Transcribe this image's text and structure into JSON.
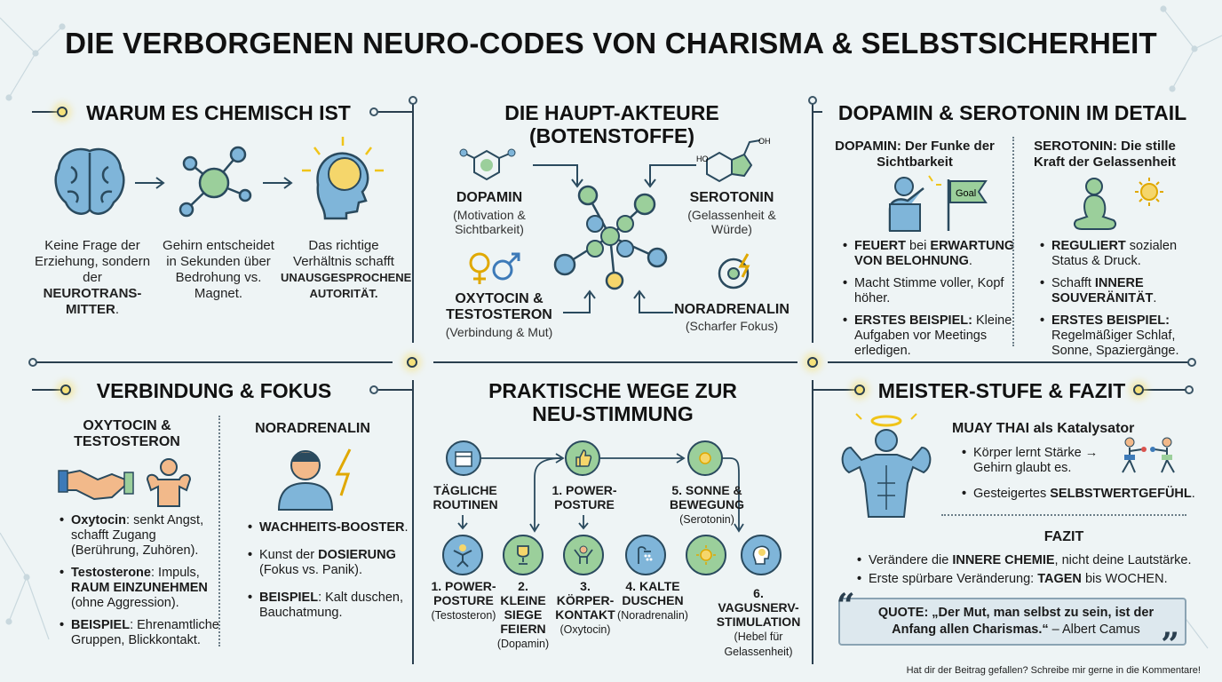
{
  "title": "DIE VERBORGENEN NEURO-CODES VON CHARISMA & SELBSTSICHERHEIT",
  "sec1": {
    "title": "WARUM ES CHEMISCH IST",
    "col1": {
      "pre": "Keine Frage der Erziehung, sondern der ",
      "bold": "NEUROTRANS-MITTER",
      "post": "."
    },
    "col2": "Gehirn entscheidet in Sekunden über Bedrohung vs. Magnet.",
    "col3": {
      "pre": "Das richtige Verhältnis schafft ",
      "bold": "UNAUSGESPROCHENE AUTORITÄT."
    }
  },
  "sec2": {
    "title": "DIE HAUPT-AKTEURE (BOTENSTOFFE)",
    "dopamin": {
      "name": "DOPAMIN",
      "desc": "(Motivation & Sichtbarkeit)"
    },
    "serotonin": {
      "name": "SEROTONIN",
      "desc": "(Gelassenheit & Würde)"
    },
    "oxytocin": {
      "name": "OXYTOCIN & TESTOSTERON",
      "desc": "(Verbindung & Mut)"
    },
    "noradrenalin": {
      "name": "NORADRENALIN",
      "desc": "(Scharfer Fokus)"
    },
    "oh_label": "OH",
    "ho_label": "HO"
  },
  "sec3": {
    "title": "DOPAMIN & SEROTONIN IM DETAIL",
    "dopamin_head": "DOPAMIN: Der Funke der Sichtbarkeit",
    "goal_label": "Goal",
    "dopamin_items": [
      {
        "b1": "FEUERT",
        "t1": " bei ",
        "b2": "ERWARTUNG VON BELOHNUNG",
        "t2": "."
      },
      {
        "b1": "",
        "t1": "Macht Stimme voller, Kopf höher.",
        "b2": "",
        "t2": ""
      },
      {
        "b1": "ERSTES BEISPIEL:",
        "t1": " Kleine Aufgaben vor Meetings erledigen.",
        "b2": "",
        "t2": ""
      }
    ],
    "serotonin_head": "SEROTONIN: Die stille Kraft der Gelassenheit",
    "serotonin_items": [
      {
        "b1": "REGULIERT",
        "t1": " sozialen Status & Druck.",
        "b2": "",
        "t2": ""
      },
      {
        "b1": "",
        "t1": "Schafft ",
        "b2": "INNERE SOUVERÄNITÄT",
        "t2": "."
      },
      {
        "b1": "ERSTES BEISPIEL:",
        "t1": " Regelmäßiger Schlaf, Sonne, Spaziergänge.",
        "b2": "",
        "t2": ""
      }
    ]
  },
  "sec4": {
    "title": "VERBINDUNG & FOKUS",
    "left_head": "OXYTOCIN & TESTOSTERON",
    "left_items": [
      {
        "b1": "Oxytocin",
        "t1": ": senkt Angst, schafft Zugang (Berührung, Zuhören).",
        "b2": "",
        "t2": ""
      },
      {
        "b1": "Testosterone",
        "t1": ": Impuls, ",
        "b2": "RAUM EINZUNEHMEN",
        "t2": " (ohne Aggression)."
      },
      {
        "b1": "BEISPIEL",
        "t1": ": Ehrenamtliche Gruppen, Blickkontakt.",
        "b2": "",
        "t2": ""
      }
    ],
    "right_head": "NORADRENALIN",
    "right_items": [
      {
        "b1": "WACHHEITS-BOOSTER",
        "t1": ".",
        "b2": "",
        "t2": ""
      },
      {
        "b1": "",
        "t1": "Kunst der ",
        "b2": "DOSIERUNG",
        "t2": " (Fokus vs. Panik)."
      },
      {
        "b1": "BEISPIEL",
        "t1": ": Kalt duschen, Bauchatmung.",
        "b2": "",
        "t2": ""
      }
    ]
  },
  "sec5": {
    "title": "PRAKTISCHE WEGE ZUR NEU-STIMMUNG",
    "top": [
      {
        "label": "TÄGLICHE ROUTINEN",
        "sub": ""
      },
      {
        "label": "1. POWER-POSTURE",
        "sub": ""
      },
      {
        "label": "5. SONNE & BEWEGUNG",
        "sub": "(Serotonin)"
      }
    ],
    "bottom": [
      {
        "label": "1. POWER-POSTURE",
        "sub": "(Testosteron)"
      },
      {
        "label": "2. KLEINE SIEGE FEIERN",
        "sub": "(Dopamin)"
      },
      {
        "label": "3. KÖRPER-KONTAKT",
        "sub": "(Oxytocin)"
      },
      {
        "label": "4. KALTE DUSCHEN",
        "sub": "(Noradrenalin)"
      },
      {
        "label": "6. VAGUSNERV-STIMULATION",
        "sub": "(Hebel für Gelassenheit)"
      }
    ]
  },
  "sec6": {
    "title": "MEISTER-STUFE & FAZIT",
    "muay": {
      "b": "MUAY THAI",
      "t": " als Katalysator"
    },
    "muay_items": [
      {
        "b1": "",
        "t1": "Körper lernt Stärke → Gehirn glaubt es.",
        "b2": "",
        "t2": ""
      },
      {
        "b1": "",
        "t1": "Gesteigertes ",
        "b2": "SELBSTWERTGEFÜHL",
        "t2": "."
      }
    ],
    "fazit_title": "FAZIT",
    "fazit_items": [
      {
        "b1": "",
        "t1": "Verändere die ",
        "b2": "INNERE CHEMIE",
        "t2": ", nicht deine Lautstärke."
      },
      {
        "b1": "",
        "t1": "Erste spürbare Veränderung: ",
        "b2": "TAGEN",
        "t2": " bis WOCHEN."
      }
    ],
    "quote_bold": "QUOTE: „Der Mut, man selbst zu sein, ist der Anfang allen Charismas.“",
    "quote_author": " – Albert Camus"
  },
  "footer": "Hat dir der Beitrag gefallen? Schreibe mir gerne in die Kommentare!",
  "colors": {
    "line": "#2a3f4f",
    "accent_yellow": "#f5e17a",
    "bg": "#eef4f5",
    "mol_blue": "#7fb5d9",
    "mol_green": "#9bcf9b"
  }
}
